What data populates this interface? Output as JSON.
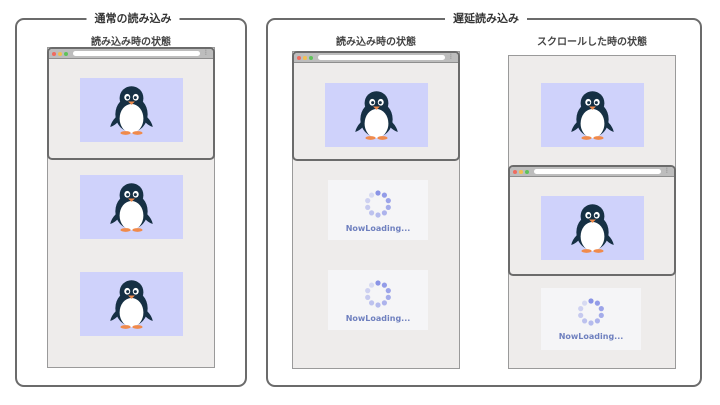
{
  "sections": {
    "normal": {
      "title": "通常の読み込み",
      "state_label": "読み込み時の状態"
    },
    "lazy": {
      "title": "遅延読み込み",
      "state_label_load": "読み込み時の状態",
      "state_label_scroll": "スクロールした時の状態"
    }
  },
  "loading_text": "NowLoading...",
  "colors": {
    "frame": "#6b6b6b",
    "page_bg": "#eeeceb",
    "image_bg": "#cfd2fb",
    "placeholder_bg": "#f5f5f7",
    "loading_text": "#6f80bf",
    "spinner": "#8a94e6",
    "penguin_body": "#163044",
    "penguin_belly": "#ffffff",
    "penguin_beak": "#f08a4b"
  },
  "icons": {
    "browser_dots": [
      "#ef6b5f",
      "#f3bf4f",
      "#5fc25a"
    ],
    "menu": "kebab-menu-icon",
    "penguin": "penguin-icon",
    "spinner": "loading-spinner-icon"
  }
}
